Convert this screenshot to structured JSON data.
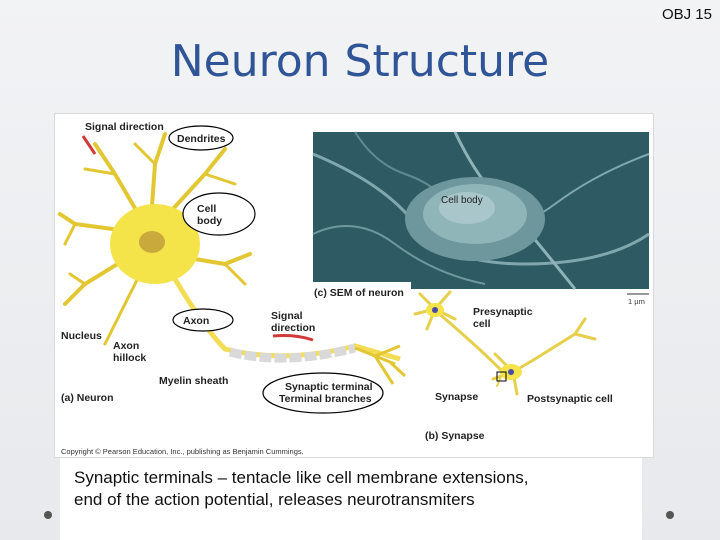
{
  "header": {
    "obj": "OBJ 15",
    "title": "Neuron Structure"
  },
  "figure": {
    "labels": {
      "signal_direction": "Signal direction",
      "dendrites": "Dendrites",
      "cell_body_1": "Cell",
      "cell_body_2": "body",
      "axon": "Axon",
      "nucleus": "Nucleus",
      "axon_hillock_1": "Axon",
      "axon_hillock_2": "hillock",
      "myelin_sheath": "Myelin sheath",
      "signal_direction_2a": "Signal",
      "signal_direction_2b": "direction",
      "synaptic_terminal": "Synaptic terminal",
      "terminal_branches": "Terminal branches",
      "neuron_caption": "(a) Neuron",
      "sem_cell_body": "Cell body",
      "sem_caption": "(c) SEM of neuron",
      "scale": "1 µm",
      "presynaptic_1": "Presynaptic",
      "presynaptic_2": "cell",
      "synapse": "Synapse",
      "postsynaptic": "Postsynaptic cell",
      "synapse_caption": "(b) Synapse",
      "copyright": "Copyright © Pearson Education, Inc., publishing as Benjamin Cummings."
    }
  },
  "caption": {
    "line1": "Synaptic terminals – tentacle like cell membrane extensions,",
    "line2": "end of the action potential, releases neurotransmiters"
  },
  "colors": {
    "title": "#2f5597",
    "neuron": "#f5e34a",
    "sem": "#3d6f78",
    "highlight": "#d23a3a"
  }
}
